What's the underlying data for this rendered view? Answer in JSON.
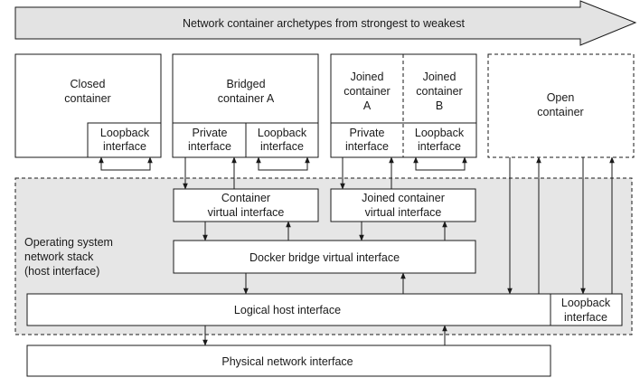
{
  "banner": {
    "text": "Network container archetypes from strongest to weakest"
  },
  "containers": {
    "closed": {
      "title": [
        "Closed",
        "container"
      ],
      "loopback": [
        "Loopback",
        "interface"
      ]
    },
    "bridged": {
      "title": [
        "Bridged",
        "container A"
      ],
      "private": [
        "Private",
        "interface"
      ],
      "loopback": [
        "Loopback",
        "interface"
      ]
    },
    "joined_a": {
      "title": [
        "Joined",
        "container",
        "A"
      ],
      "private": [
        "Private",
        "interface"
      ]
    },
    "joined_b": {
      "title": [
        "Joined",
        "container",
        "B"
      ],
      "loopback": [
        "Loopback",
        "interface"
      ]
    },
    "open": {
      "title": [
        "Open",
        "container"
      ]
    }
  },
  "host_stack": {
    "label": [
      "Operating system",
      "network stack",
      "(host interface)"
    ],
    "container_vif": [
      "Container",
      "virtual interface"
    ],
    "joined_vif": [
      "Joined container",
      "virtual interface"
    ],
    "docker_bridge": "Docker bridge virtual interface",
    "logical_host": "Logical host interface",
    "host_loopback": [
      "Loopback",
      "interface"
    ]
  },
  "physical": "Physical network interface",
  "colors": {
    "stroke": "#1a1a1a",
    "host_fill": "#e6e6e6",
    "banner_fill": "#e3e3e3",
    "box_fill": "#ffffff"
  }
}
